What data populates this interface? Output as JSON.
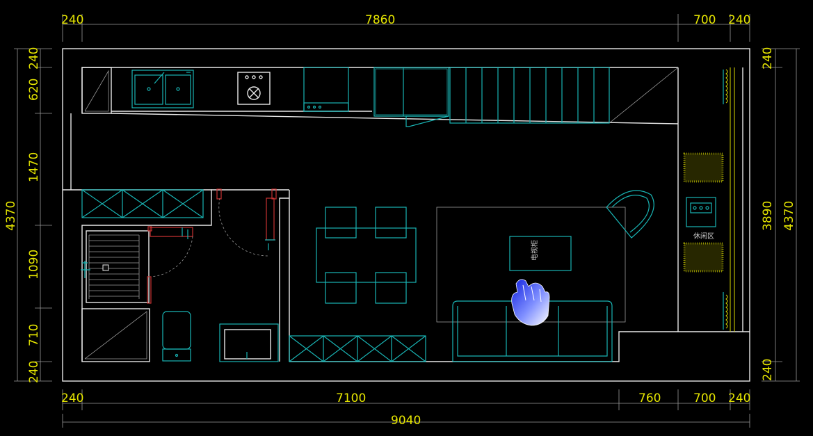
{
  "dimensions": {
    "top": [
      "240",
      "7860",
      "700",
      "240"
    ],
    "bottom": [
      "240",
      "7100",
      "760",
      "700",
      "240"
    ],
    "overall": "9040",
    "left": [
      "240",
      "620",
      "1470",
      "1090",
      "710",
      "240"
    ],
    "left_total": "4370",
    "right": [
      "240",
      "3890",
      "240"
    ],
    "right_total": "4370"
  },
  "labels": {
    "tv_cabinet": "电视柜",
    "leisure_area": "休闲区"
  },
  "colors": {
    "wall": "#e8e8e8",
    "furniture": "#19b5b5",
    "dimension": "#e6e600",
    "door": "#c83232",
    "cursor": "#2f3fe8"
  },
  "icons": [
    "hand-cursor-icon"
  ]
}
